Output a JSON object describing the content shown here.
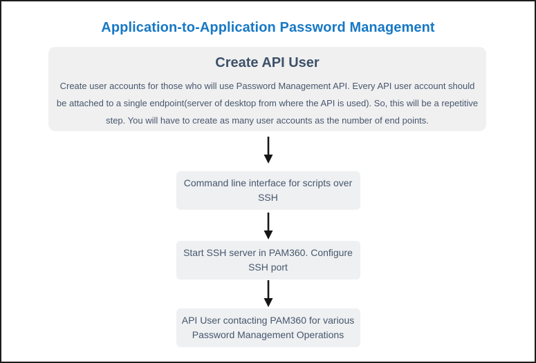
{
  "window": {
    "title": "Application-to-Application Password Management"
  },
  "diagram": {
    "type": "flowchart",
    "main_box": {
      "heading": "Create API User",
      "description": "Create user accounts for those who will use Password Management API. Every API user account should be attached to a single endpoint(server of desktop from where the API is used). So, this will be a repetitive step. You will have to create as many user accounts as the number of end points."
    },
    "steps": [
      {
        "label": "Command line interface for scripts over SSH"
      },
      {
        "label": "Start SSH server in PAM360. Configure SSH port"
      },
      {
        "label": "API User contacting PAM360 for various Password Management Operations"
      }
    ],
    "connector_icon": "arrow-down",
    "colors": {
      "title": "#1778c5",
      "heading": "#3e5168",
      "body_text": "#47566b",
      "main_box_bg": "#f0f0f1",
      "step_box_bg": "#eef0f2",
      "arrow": "#161616",
      "page_border": "#1c1c1c"
    }
  }
}
